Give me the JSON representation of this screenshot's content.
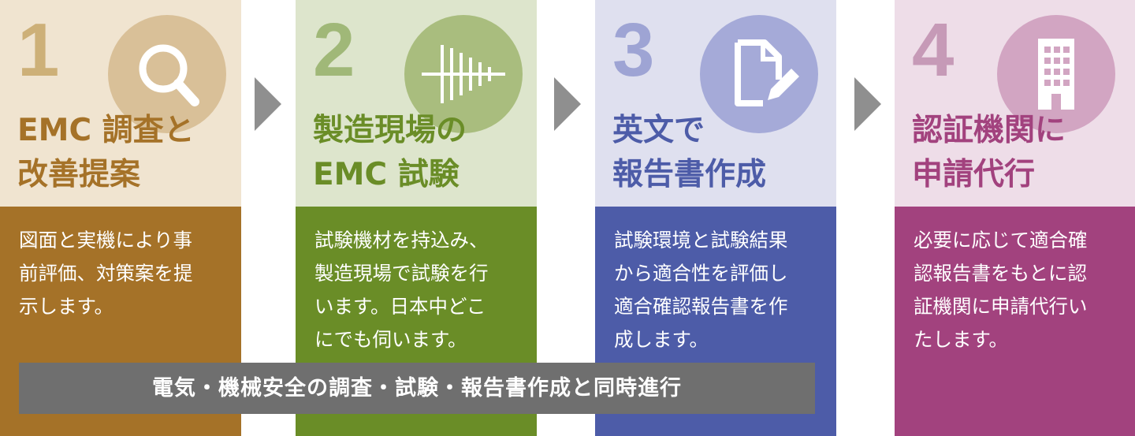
{
  "steps": [
    {
      "number": "1",
      "title_lines": [
        "EMC 調査と",
        "改善提案"
      ],
      "body_lines": [
        "図面と実機により事",
        "前評価、対策案を提",
        "示します。"
      ],
      "icon": "magnifier-icon",
      "colors": {
        "top_bg": "#f0e4d0",
        "bottom_bg": "#a57228",
        "accent": "#a57228",
        "circle": "#d9c098",
        "number": "#cdb078"
      }
    },
    {
      "number": "2",
      "title_lines": [
        "製造現場の",
        "EMC 試験"
      ],
      "body_lines": [
        "試験機材を持込み、",
        "製造現場で試験を行",
        "います。日本中どこ",
        "にでも伺います。"
      ],
      "icon": "antenna-icon",
      "colors": {
        "top_bg": "#dde5cc",
        "bottom_bg": "#6a8d27",
        "accent": "#6a8d27",
        "circle": "#a9bd7e",
        "number": "#a0b878"
      }
    },
    {
      "number": "3",
      "title_lines": [
        "英文で",
        "報告書作成"
      ],
      "body_lines": [
        "試験環境と試験結果",
        "から適合性を評価し",
        "適合確認報告書を作",
        "成します。"
      ],
      "icon": "document-edit-icon",
      "colors": {
        "top_bg": "#dfe0ef",
        "bottom_bg": "#4d5ca8",
        "accent": "#4d5ca8",
        "circle": "#a5aad8",
        "number": "#9ea4d4"
      }
    },
    {
      "number": "4",
      "title_lines": [
        "認証機関に",
        "申請代行"
      ],
      "body_lines": [
        "必要に応じて適合確",
        "認報告書をもとに認",
        "証機関に申請代行い",
        "たします。"
      ],
      "icon": "building-icon",
      "colors": {
        "top_bg": "#eedde8",
        "bottom_bg": "#a2427e",
        "accent": "#a2427e",
        "circle": "#d2a5c2",
        "number": "#c69ab7"
      }
    }
  ],
  "banner": {
    "text": "電気・機械安全の調査・試験・報告書作成と同時進行"
  },
  "arrow_color": "#8f8f8f"
}
